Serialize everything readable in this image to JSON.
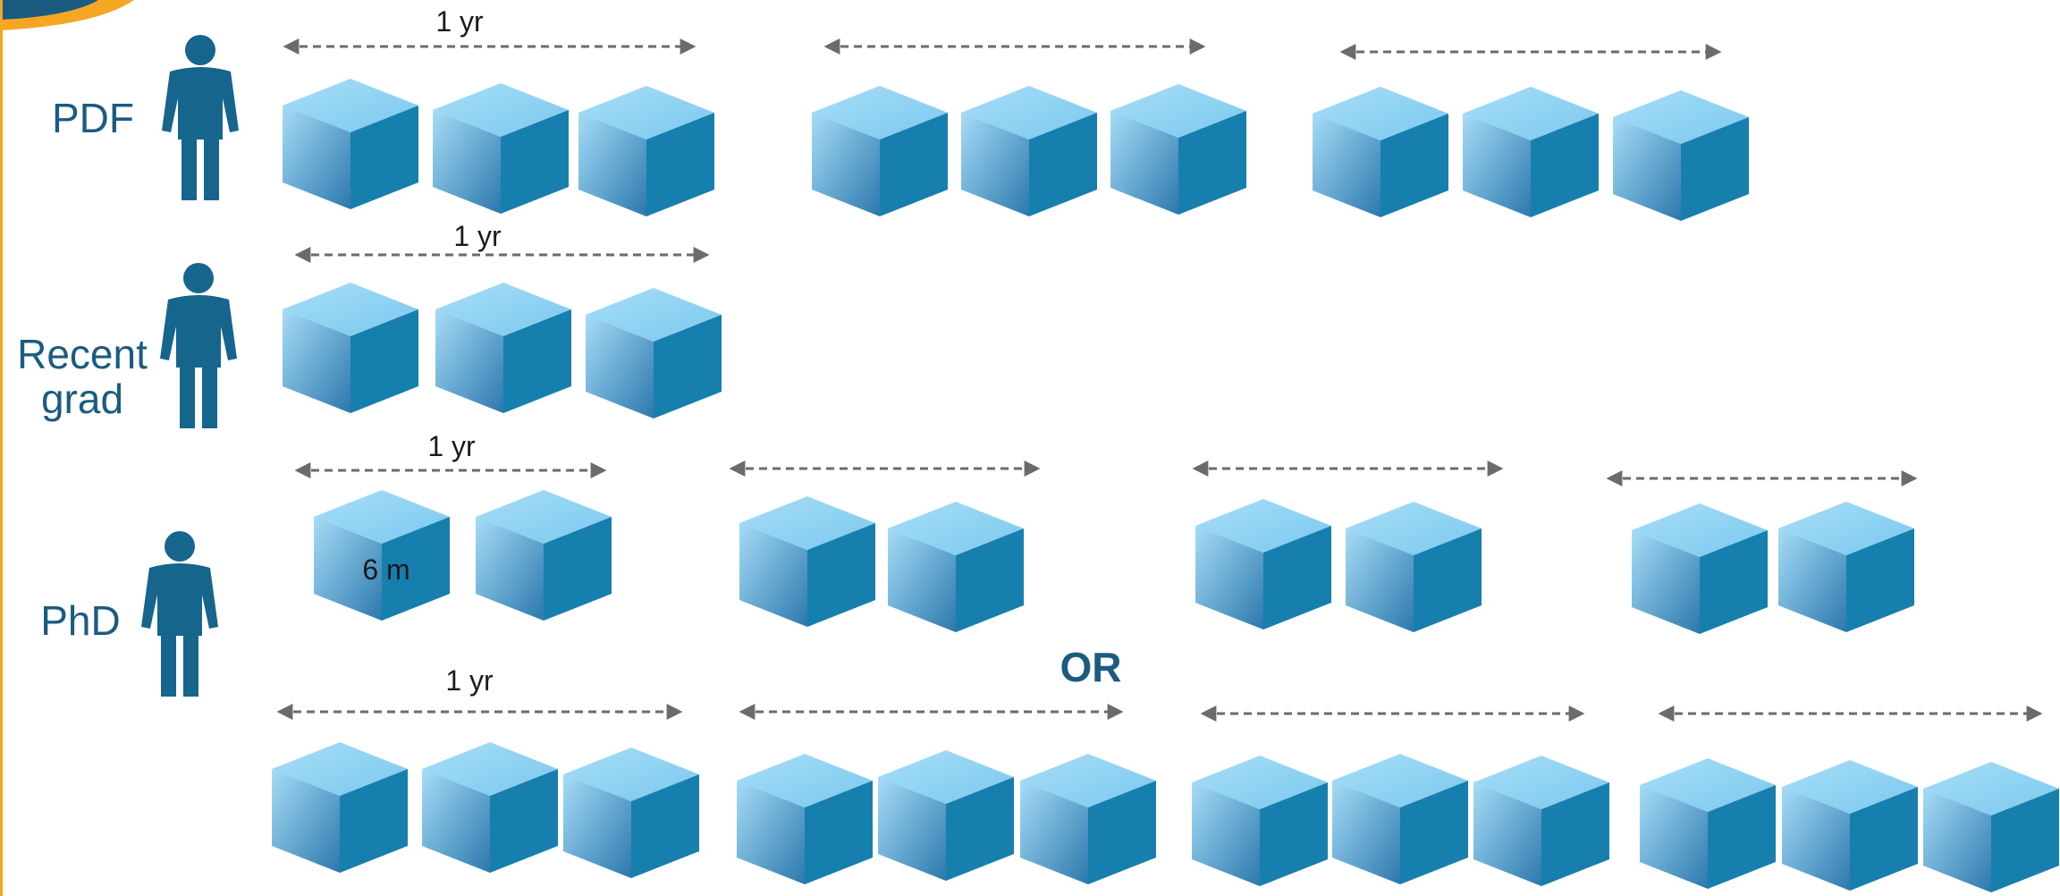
{
  "rows": [
    {
      "id": "pdf",
      "label_lines": [
        "PDF"
      ],
      "span_labels": [
        "1 yr"
      ],
      "groups": [
        3,
        3,
        3
      ]
    },
    {
      "id": "recent-grad",
      "label_lines": [
        "Recent",
        "grad"
      ],
      "span_labels": [
        "1 yr"
      ],
      "groups": [
        3
      ]
    },
    {
      "id": "phd-a",
      "label_lines": [
        "PhD"
      ],
      "span_labels": [
        "1 yr"
      ],
      "groups": [
        2,
        2,
        2,
        2
      ],
      "cube_note": "6 m"
    },
    {
      "id": "phd-b",
      "label_lines": [],
      "span_labels": [
        "1 yr"
      ],
      "groups": [
        3,
        3,
        3,
        3
      ]
    }
  ],
  "separator": "OR",
  "colors": {
    "label": "#1b5b80",
    "figure": "#16658d",
    "cube_top": "#8fd5f5",
    "cube_right": "#177fad",
    "cube_left_light": "#9fd8f5",
    "cube_left_dark": "#2f7fb4",
    "arrow": "#6b6b6b",
    "corner_orange": "#f5a623",
    "corner_blue": "#1b5b80"
  },
  "icons": [
    "person-icon",
    "cube-icon",
    "double-arrow-icon"
  ]
}
